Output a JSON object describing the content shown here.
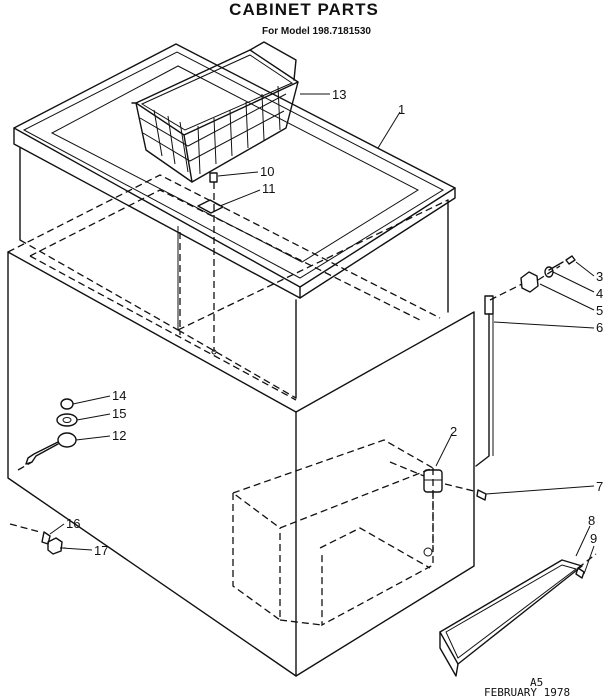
{
  "header": {
    "title": "CABINET PARTS",
    "model_line": "For Model 198.7181530"
  },
  "footer": {
    "code": "A5",
    "date": "FEBRUARY 1978"
  },
  "callouts": [
    "13",
    "1",
    "10",
    "11",
    "3",
    "4",
    "5",
    "6",
    "14",
    "15",
    "12",
    "2",
    "7",
    "16",
    "17",
    "8",
    "9"
  ]
}
